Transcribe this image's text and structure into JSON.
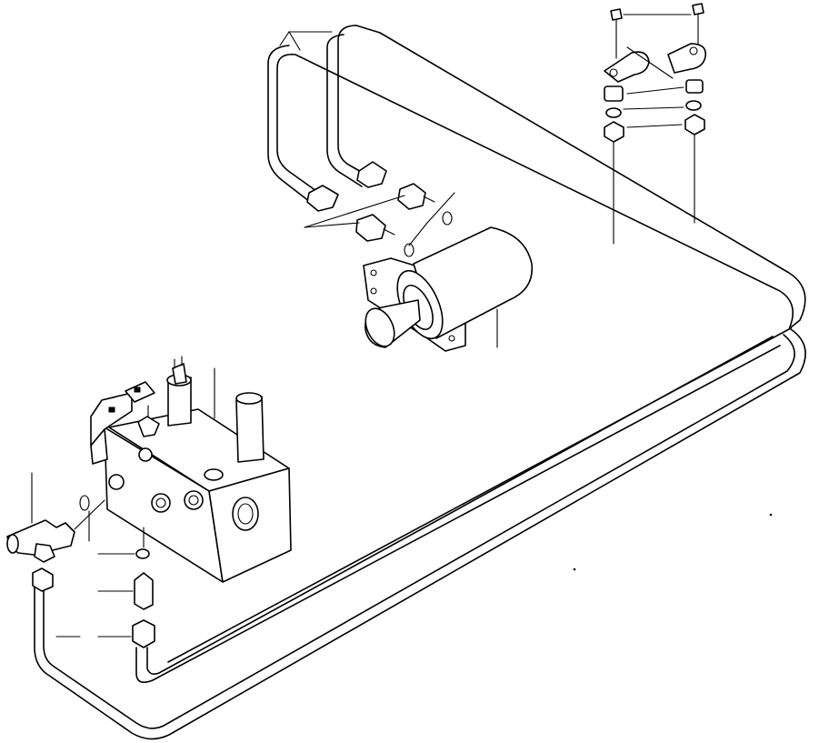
{
  "diagram": {
    "type": "exploded-parts-drawing",
    "components": [
      "hydraulic-tube-loop",
      "solenoid-valve",
      "valve-block",
      "pressure-switch",
      "elbow-fitting",
      "tube-clamp-assembly",
      "hose-fitting-nut",
      "adapter-fitting",
      "o-ring"
    ],
    "colors": {
      "line": "#000000",
      "background": "#ffffff"
    }
  }
}
